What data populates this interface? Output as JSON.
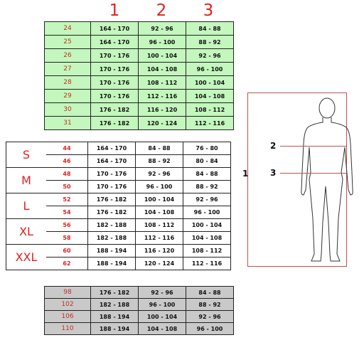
{
  "column_headers": [
    "1",
    "2",
    "3"
  ],
  "green_table": {
    "rows": [
      [
        "24",
        "164 - 170",
        "92 - 96",
        "84 - 88"
      ],
      [
        "25",
        "164 - 170",
        "96 - 100",
        "88 - 92"
      ],
      [
        "26",
        "170 - 176",
        "100 - 104",
        "92 - 96"
      ],
      [
        "27",
        "170 - 176",
        "104 - 108",
        "96 - 100"
      ],
      [
        "28",
        "170 - 176",
        "108 - 112",
        "100 - 104"
      ],
      [
        "29",
        "170 - 176",
        "112 - 116",
        "104 - 108"
      ],
      [
        "30",
        "176 - 182",
        "116 - 120",
        "108 - 112"
      ],
      [
        "31",
        "176 - 182",
        "120 - 124",
        "112 - 116"
      ]
    ]
  },
  "size_table": {
    "groups": [
      {
        "size": "S",
        "rows": [
          [
            "44",
            "164 - 170",
            "84 - 88",
            "76 - 80"
          ],
          [
            "46",
            "164 - 170",
            "88 - 92",
            "80 - 84"
          ]
        ]
      },
      {
        "size": "M",
        "rows": [
          [
            "48",
            "170 - 176",
            "92 - 96",
            "84 - 88"
          ],
          [
            "50",
            "170 - 176",
            "96 - 100",
            "88 - 92"
          ]
        ]
      },
      {
        "size": "L",
        "rows": [
          [
            "52",
            "176 - 182",
            "100 - 104",
            "92 - 96"
          ],
          [
            "54",
            "176 - 182",
            "104 - 108",
            "96 - 100"
          ]
        ]
      },
      {
        "size": "XL",
        "rows": [
          [
            "56",
            "182 - 188",
            "108 - 112",
            "100 - 104"
          ],
          [
            "58",
            "182 - 188",
            "112 - 116",
            "104 - 108"
          ]
        ]
      },
      {
        "size": "XXL",
        "rows": [
          [
            "60",
            "188 - 194",
            "116 - 120",
            "108 - 112"
          ],
          [
            "62",
            "188 - 194",
            "120 - 124",
            "112 - 116"
          ]
        ]
      }
    ]
  },
  "grey_table": {
    "rows": [
      [
        "98",
        "176 - 182",
        "92 - 96",
        "84 - 88"
      ],
      [
        "102",
        "182 - 188",
        "96 - 100",
        "88 - 92"
      ],
      [
        "106",
        "188 - 194",
        "100 - 104",
        "92 - 96"
      ],
      [
        "110",
        "188 - 194",
        "104 - 108",
        "96 - 100"
      ]
    ]
  },
  "figure": {
    "height_marker": "1",
    "chest_marker": "2",
    "waist_marker": "3"
  },
  "colors": {
    "accent_red": "#e02020",
    "green_fill": "#c3f7bd",
    "grey_fill": "#c9c9c9",
    "frame_line": "#c0504d"
  }
}
